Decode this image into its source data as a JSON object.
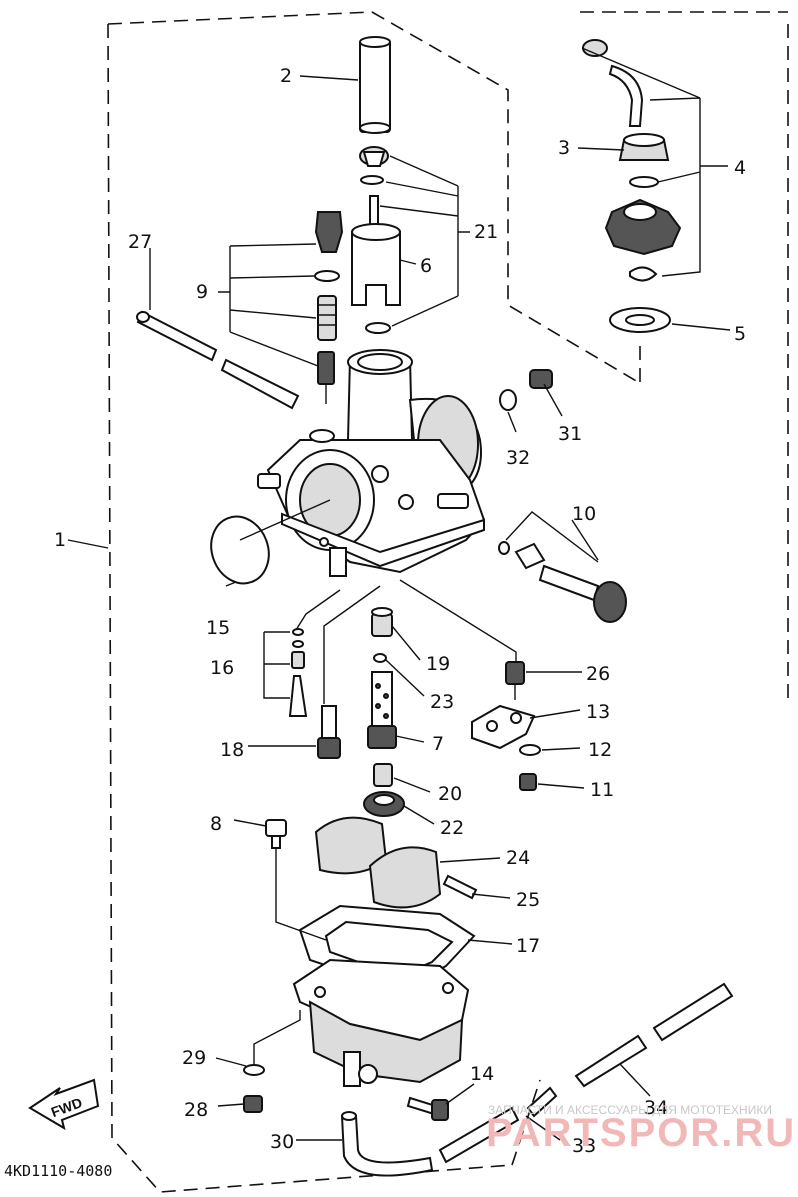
{
  "diagram": {
    "code": "4KD1110-4080",
    "fwd_label": "FWD",
    "watermark_line": "ЗАПЧАСТИ И АКСЕССУАРЫ ДЛЯ МОТОТЕХНИКИ",
    "watermark_brand": "PARTSPOR.RU",
    "callouts": {
      "c1": "1",
      "c2": "2",
      "c3": "3",
      "c4": "4",
      "c5": "5",
      "c6": "6",
      "c7": "7",
      "c8": "8",
      "c9": "9",
      "c10": "10",
      "c11": "11",
      "c12": "12",
      "c13": "13",
      "c14": "14",
      "c15": "15",
      "c16": "16",
      "c17": "17",
      "c18": "18",
      "c19": "19",
      "c20": "20",
      "c21": "21",
      "c22": "22",
      "c23": "23",
      "c24": "24",
      "c25": "25",
      "c26": "26",
      "c27": "27",
      "c28": "28",
      "c29": "29",
      "c30": "30",
      "c31": "31",
      "c32": "32",
      "c33": "33",
      "c34": "34"
    }
  }
}
